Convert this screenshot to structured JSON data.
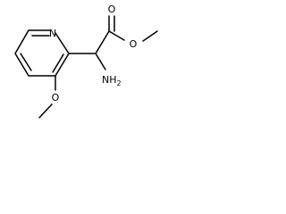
{
  "diagram": {
    "type": "chemical-structure",
    "atom_labels": {
      "ring_nitrogen": "N",
      "carbonyl_oxygen": "O",
      "ester_oxygen": "O",
      "methoxy_oxygen": "O",
      "amine": "NH",
      "amine_subscript": "2"
    },
    "colors": {
      "bonds": "#000000",
      "labels": "#000000",
      "background": "#ffffff"
    }
  }
}
